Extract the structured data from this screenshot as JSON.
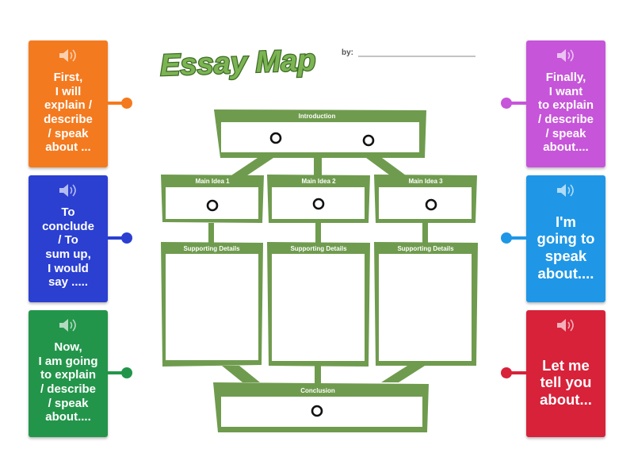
{
  "worksheet": {
    "title": "Essay Map",
    "by_label": "by:",
    "sections": {
      "introduction": "Introduction",
      "main_idea_1": "Main Idea 1",
      "main_idea_2": "Main Idea 2",
      "main_idea_3": "Main Idea 3",
      "supporting_details": "Supporting Details",
      "conclusion": "Conclusion"
    },
    "colors": {
      "frame": "#6f9b4e",
      "title_fill": "#7cb454",
      "title_outline": "#3c6b22"
    }
  },
  "cards": [
    {
      "id": "first",
      "side": "left",
      "color": "#f47a1f",
      "text": "First,\nI will\nexplain /\ndescribe\n/ speak\nabout ...",
      "icon": "speaker-icon"
    },
    {
      "id": "conclude",
      "side": "left",
      "color": "#2b3fd1",
      "text": "To\nconclude\n/ To\nsum up,\nI would\nsay .....",
      "icon": "speaker-icon"
    },
    {
      "id": "now",
      "side": "left",
      "color": "#23954a",
      "text": "Now,\nI am going\nto explain\n/ describe\n/ speak\nabout....",
      "icon": "speaker-icon"
    },
    {
      "id": "finally",
      "side": "right",
      "color": "#c655d9",
      "text": "Finally,\nI want\nto explain\n/ describe\n/ speak\nabout....",
      "icon": "speaker-icon"
    },
    {
      "id": "going",
      "side": "right",
      "color": "#1f97e6",
      "text": "I'm\ngoing to\nspeak\nabout....",
      "icon": "speaker-icon"
    },
    {
      "id": "letme",
      "side": "right",
      "color": "#d7223a",
      "text": "Let me\ntell you\nabout...",
      "icon": "speaker-icon"
    }
  ]
}
